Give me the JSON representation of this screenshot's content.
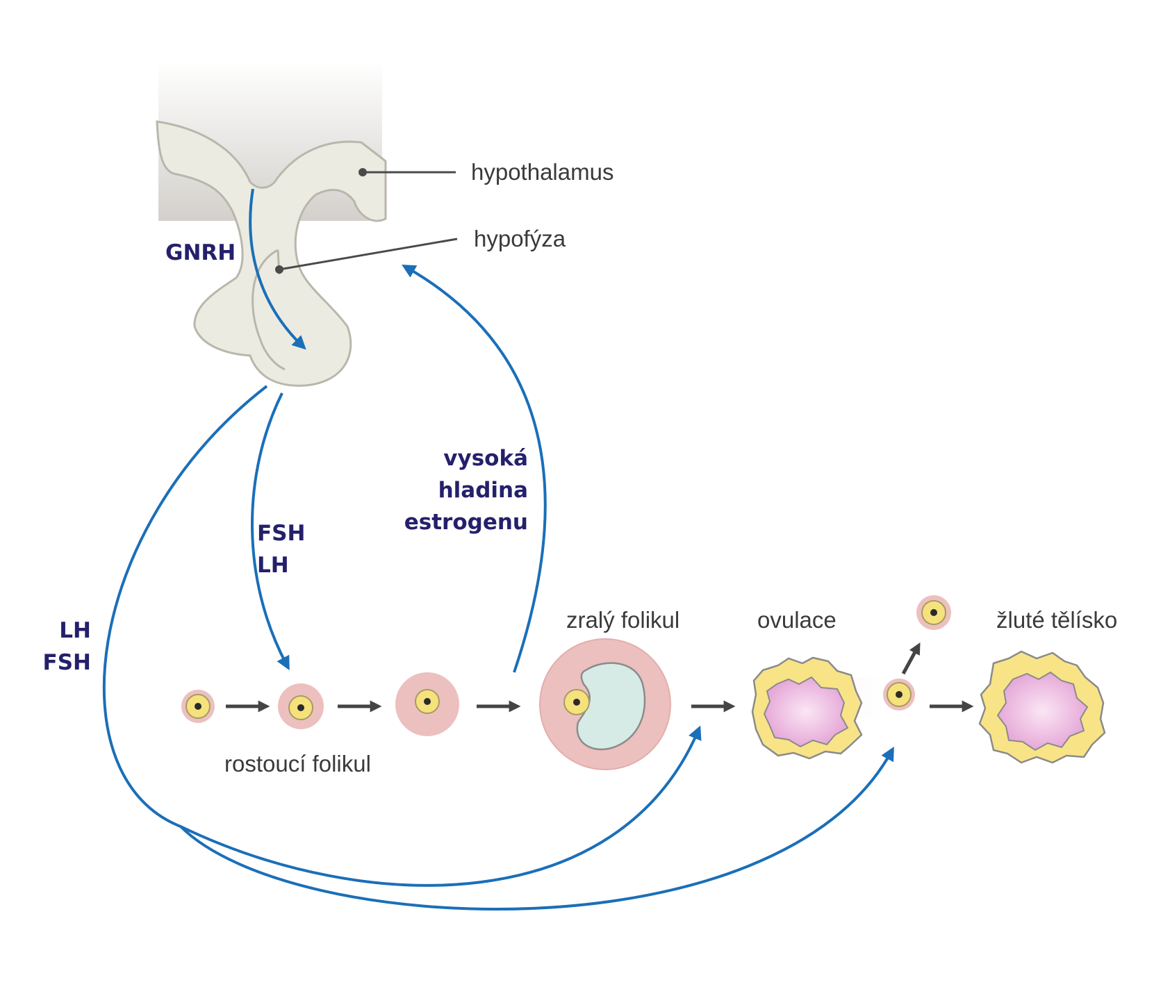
{
  "labels": {
    "hypothalamus": "hypothalamus",
    "hypophysis": "hypofýza",
    "growing_follicle": "rostoucí folikul",
    "mature_follicle": "zralý folikul",
    "ovulation": "ovulace",
    "corpus_luteum": "žluté tělísko"
  },
  "hormones": {
    "gnrh": "GNRH",
    "fsh_lh": [
      "FSH",
      "LH"
    ],
    "lh_fsh": [
      "LH",
      "FSH"
    ],
    "estrogen": [
      "vysoká",
      "hladina",
      "estrogenu"
    ]
  },
  "colors": {
    "arrow_blue": "#1a6fb8",
    "hormone_text": "#24206b",
    "label_text": "#3a3a3c",
    "brain_fill": "#ecebe2",
    "brain_stroke": "#b9b6ab",
    "follicle_pink": "#ecc0bf",
    "oocyte_yellow": "#f5e27c",
    "antrum": "#d7ebe6",
    "luteum_yellow": "#f8e487",
    "luteum_pink": "#e9b2dc",
    "step_arrow": "#444444"
  }
}
